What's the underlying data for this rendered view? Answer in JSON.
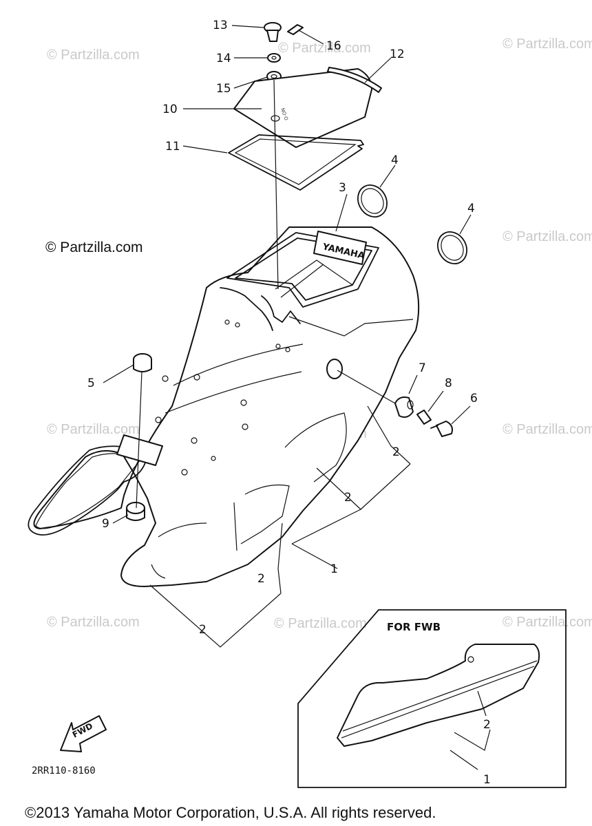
{
  "watermark": {
    "brand": "© Partzilla.com",
    "faded": "© Partzilla.com"
  },
  "callouts": {
    "c1": "1",
    "c1b": "1",
    "c2a": "2",
    "c2b": "2",
    "c2c": "2",
    "c2d": "2",
    "c2e": "2",
    "c3": "3",
    "c4a": "4",
    "c4b": "4",
    "c5": "5",
    "c6": "6",
    "c7": "7",
    "c8": "8",
    "c9": "9",
    "c10": "10",
    "c11": "11",
    "c12": "12",
    "c13": "13",
    "c14": "14",
    "c15": "15",
    "c16": "16"
  },
  "inset": {
    "label": "FOR FWB"
  },
  "fwd_arrow": {
    "label": "FWD"
  },
  "diagram_code": "2RR110-8160",
  "tank_logo": "YAMAHA",
  "copyright": "©2013 Yamaha Motor Corporation, U.S.A. All rights reserved."
}
